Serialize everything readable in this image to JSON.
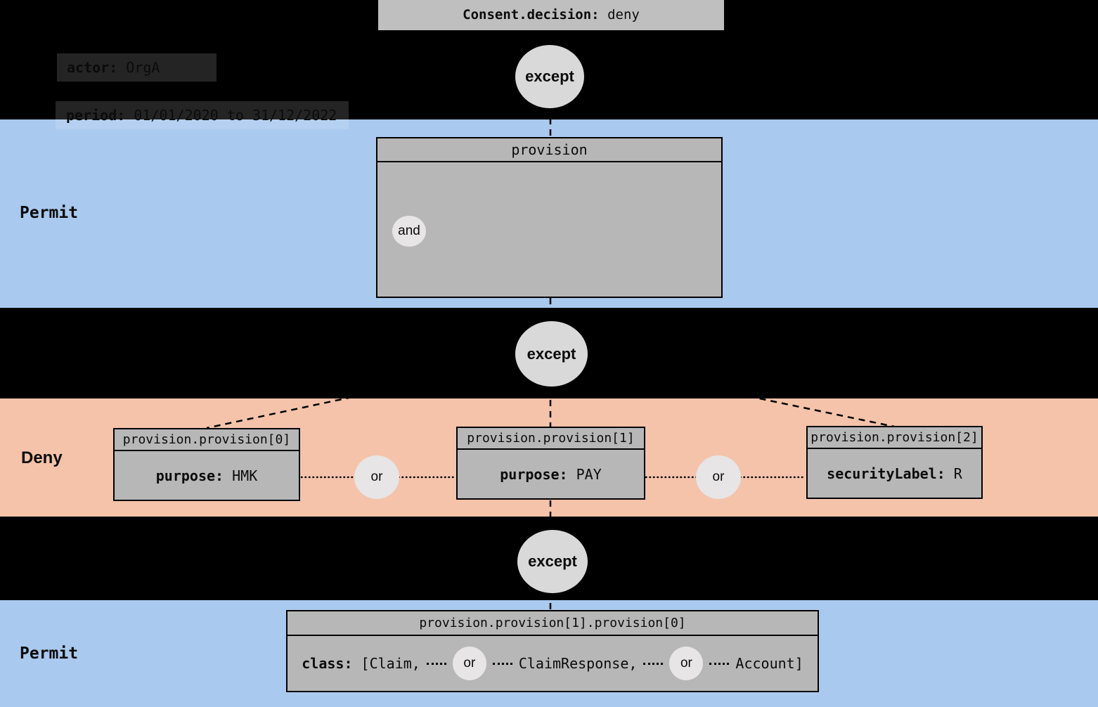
{
  "root": {
    "key": "Consent.decision:",
    "value": "deny"
  },
  "operators": {
    "except": "except",
    "and": "and",
    "or": "or"
  },
  "bands": {
    "permit_top": {
      "label": "Permit"
    },
    "deny": {
      "label": "Deny"
    },
    "permit_bottom": {
      "label": "Permit"
    }
  },
  "permit_top_box": {
    "header": "provision",
    "rows": [
      {
        "key": "actor:",
        "value": "OrgA"
      },
      {
        "key": "period:",
        "value": "01/01/2020 to 31/12/2022"
      }
    ]
  },
  "deny_boxes": [
    {
      "header": "provision.provision[0]",
      "key": "purpose:",
      "value": "HMK"
    },
    {
      "header": "provision.provision[1]",
      "key": "purpose:",
      "value": "PAY"
    },
    {
      "header": "provision.provision[2]",
      "key": "securityLabel:",
      "value": "R"
    }
  ],
  "permit_bottom_box": {
    "header": "provision.provision[1].provision[0]",
    "key": "class:",
    "items": [
      "[Claim,",
      "ClaimResponse,",
      "Account]"
    ]
  },
  "colors": {
    "background": "#000000",
    "permit_band": "#a9c9ee",
    "deny_band": "#f4c3aa",
    "node_fill": "#b7b7b7",
    "root_node_fill": "#bfbfbf",
    "except_circle_fill": "#d9d9d9",
    "join_circle_fill": "#e7e5e5"
  }
}
